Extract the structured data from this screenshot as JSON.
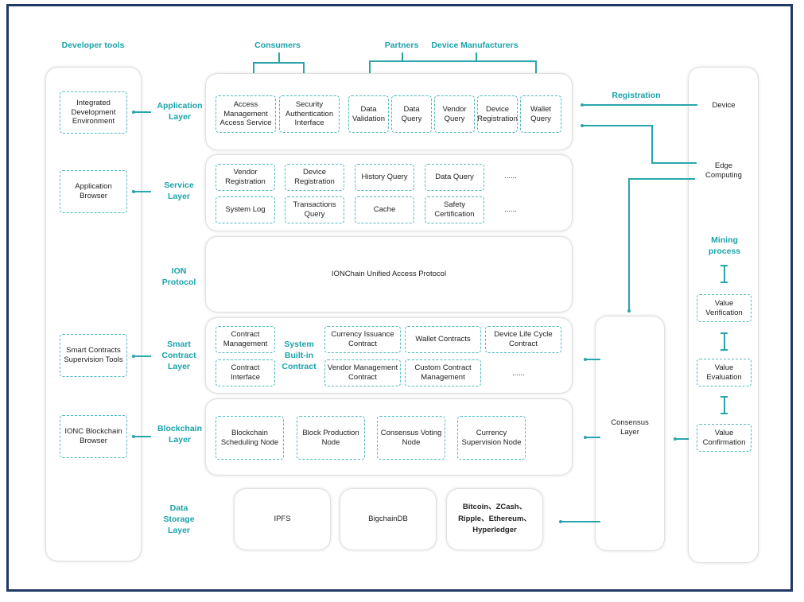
{
  "headers": {
    "developer_tools": "Developer tools",
    "consumers": "Consumers",
    "partners": "Partners",
    "device_manufacturers": "Device Manufacturers",
    "registration": "Registration",
    "mining_process": "Mining process"
  },
  "layers": {
    "application": "Application Layer",
    "service": "Service Layer",
    "ion_protocol": "ION Protocol",
    "smart_contract": "Smart Contract Layer",
    "blockchain": "Blockchain Layer",
    "data_storage": "Data Storage Layer"
  },
  "dev_tools": [
    "Integrated Development Environment",
    "Application Browser",
    "Smart Contracts Supervision Tools",
    "IONC Blockchain Browser"
  ],
  "application_boxes": [
    "Access Management Access Service",
    "Security Authentication Interface",
    "Data Validation",
    "Data Query",
    "Vendor Query",
    "Device Registration",
    "Wallet Query"
  ],
  "service_boxes": [
    "Vendor Registration",
    "Device Registration",
    "History Query",
    "Data Query",
    "System Log",
    "Transactions Query",
    "Cache",
    "Safety Certification"
  ],
  "ellipsis": "......",
  "ion_protocol_text": "IONChain Unified Access Protocol",
  "system_builtin_contract": "System Built-in Contract",
  "smart_contract_boxes": [
    "Contract Management",
    "Contract Interface",
    "Currency Issuance Contract",
    "Wallet Contracts",
    "Device Life Cycle Contract",
    "Vendor Management Contract",
    "Custom Contract Management"
  ],
  "blockchain_boxes": [
    "Blockchain Scheduling Node",
    "Block Production Node",
    "Consensus Voting Node",
    "Currency Supervision Node"
  ],
  "storage": {
    "ipfs": "IPFS",
    "bigchaindb": "BigchainDB",
    "others": "Bitcoin、ZCash、Ripple、Ethereum、Hyperledger"
  },
  "consensus_layer": "Consensus Layer",
  "right_column": {
    "device": "Device",
    "edge_computing": "Edge Computing",
    "value_verification": "Value Verification",
    "value_evaluation": "Value Evaluation",
    "value_confirmation": "Value Confirmation"
  },
  "colors": {
    "accent": "#19a3ab",
    "border": "#1f3864"
  }
}
